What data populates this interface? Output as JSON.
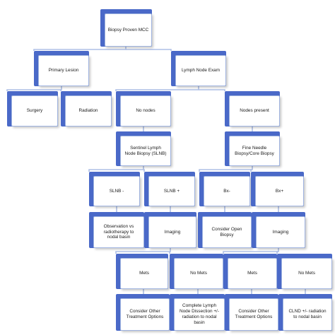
{
  "colors": {
    "accent": "#4a69c8",
    "card_border": "#9fb3e0",
    "connector": "#aebfe6"
  },
  "nodes": {
    "root": "Biopsy Proven MCC",
    "primary_lesion": "Primary Lesion",
    "lymph_node_exam": "Lymph Node Exam",
    "surgery": "Surgery",
    "radiation": "Radiation",
    "no_nodes": "No nodes",
    "nodes_present": "Nodes present",
    "slnb": "Sentinel Lymph\nNode Biopsy (SLNB)",
    "fna": "Fine Needle\nBiopsy/Core Biopsy",
    "slnb_neg": "SLNB -",
    "slnb_pos": "SLNB +",
    "bx_neg": "Bx-",
    "bx_pos": "Bx+",
    "observation": "Observation vs\nradiotherapy to\nnodal basin",
    "imaging_left": "Imaging",
    "open_biopsy": "Consider Open\nBiopsy",
    "imaging_right": "Imaging",
    "mets_1": "Mets",
    "no_mets_1": "No Mets",
    "mets_2": "Mets",
    "no_mets_2": "No Mets",
    "other_tx_1": "Consider Other\nTreatment Options",
    "complete_lnd": "Complete Lymph\nNode Dissection +/-\nradiation to nodal\nbasin",
    "other_tx_2": "Consider Other\nTreatment Options",
    "clnd_radiation": "CLND +/- radiation\nto nodal basin"
  }
}
